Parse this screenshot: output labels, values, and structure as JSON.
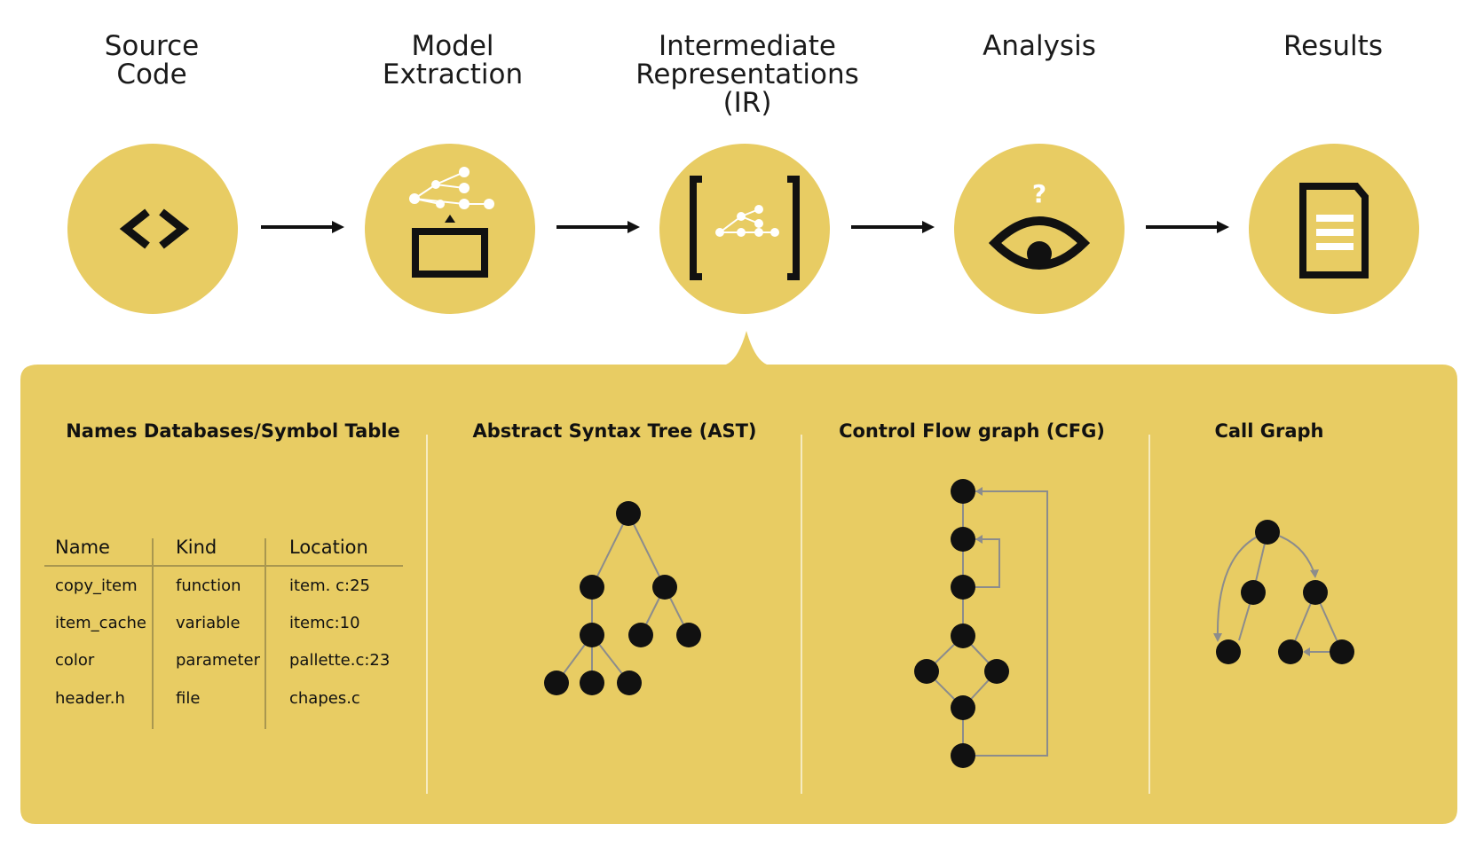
{
  "colors": {
    "accent": "#e8cc63",
    "ink": "#111111",
    "edge": "#8c8c8c"
  },
  "pipeline": {
    "stages": [
      {
        "title": "Source\nCode",
        "icon": "code-brackets-icon"
      },
      {
        "title": "Model\nExtraction",
        "icon": "tree-to-model-icon"
      },
      {
        "title": "Intermediate\nRepresentations\n(IR)",
        "icon": "bracketed-tree-icon"
      },
      {
        "title": "Analysis",
        "icon": "eye-question-icon"
      },
      {
        "title": "Results",
        "icon": "document-icon"
      }
    ]
  },
  "ir_panel": {
    "symbol_table": {
      "title": "Names Databases/Symbol Table",
      "columns": [
        "Name",
        "Kind",
        "Location"
      ],
      "rows": [
        [
          "copy_item",
          "function",
          "item. c:25"
        ],
        [
          "item_cache",
          "variable",
          "itemc:10"
        ],
        [
          "color",
          "parameter",
          "pallette.c:23"
        ],
        [
          "header.h",
          "file",
          "chapes.c"
        ]
      ]
    },
    "ast": {
      "title": "Abstract Syntax Tree (AST)"
    },
    "cfg": {
      "title": "Control Flow graph (CFG)"
    },
    "call_graph": {
      "title": "Call Graph"
    }
  }
}
